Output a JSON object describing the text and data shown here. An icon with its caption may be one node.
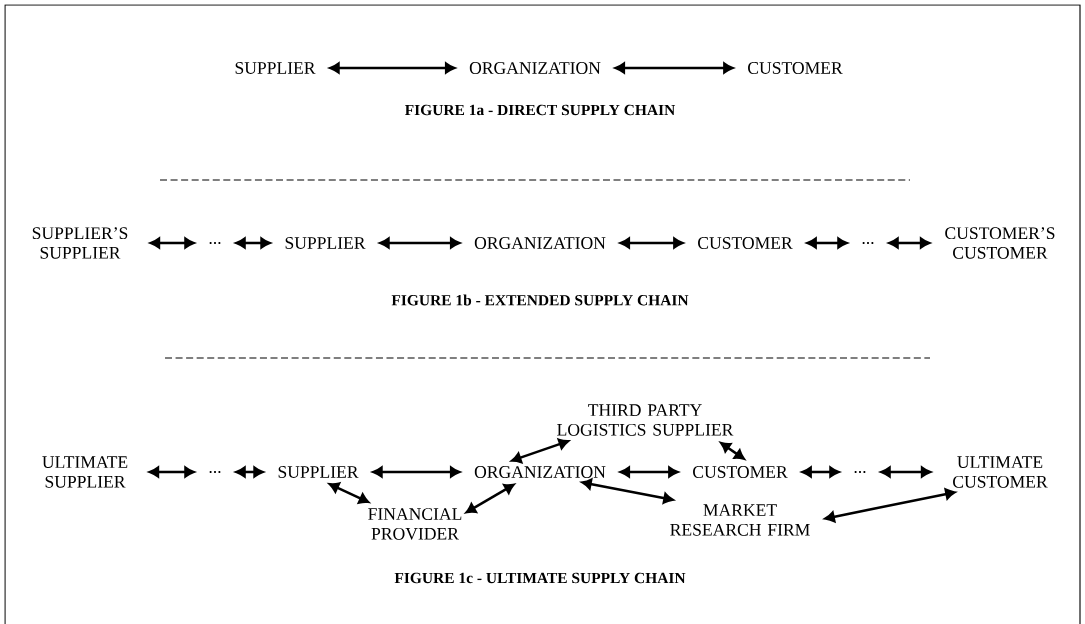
{
  "diagram": {
    "nodes": [
      {
        "text": [
          "SUPPLIER"
        ]
      },
      {
        "text": [
          "ORGANIZATION"
        ]
      },
      {
        "text": [
          "CUSTOMER"
        ]
      },
      {
        "text": [
          "SUPPLIER’S SUPPLIER"
        ]
      },
      {
        "text": [
          "..."
        ]
      },
      {
        "text": [
          "SUPPLIER"
        ]
      },
      {
        "text": [
          "ORGANIZATION"
        ]
      },
      {
        "text": [
          "CUSTOMER"
        ]
      },
      {
        "text": [
          "..."
        ]
      },
      {
        "text": [
          "CUSTOMER’S CUSTOMER"
        ]
      },
      {
        "text": [
          "THIRD PARTY LOGISTICS SUPPLIER"
        ]
      },
      {
        "text": [
          "ULTIMATE SUPPLIER"
        ]
      },
      {
        "text": [
          "..."
        ]
      },
      {
        "text": [
          "SUPPLIER"
        ]
      },
      {
        "text": [
          "ORGANIZATION"
        ]
      },
      {
        "text": [
          "CUSTOMER"
        ]
      },
      {
        "text": [
          "..."
        ]
      },
      {
        "text": [
          "ULTIMATE CUSTOMER"
        ]
      },
      {
        "text": [
          "FINANCIAL PROVIDER"
        ]
      },
      {
        "text": [
          "MARKET RESEARCH FIRM"
        ]
      }
    ],
    "edges": [
      {
        "from": 0,
        "to": 1,
        "arrow": "both"
      },
      {
        "from": 1,
        "to": 2,
        "arrow": "both"
      },
      {
        "from": 3,
        "to": 4,
        "arrow": "both"
      },
      {
        "from": 4,
        "to": 5,
        "arrow": "both"
      },
      {
        "from": 5,
        "to": 6,
        "arrow": "both"
      },
      {
        "from": 6,
        "to": 7,
        "arrow": "both"
      },
      {
        "from": 7,
        "to": 8,
        "arrow": "both"
      },
      {
        "from": 8,
        "to": 9,
        "arrow": "both"
      },
      {
        "from": 11,
        "to": 12,
        "arrow": "both"
      },
      {
        "from": 12,
        "to": 13,
        "arrow": "both"
      },
      {
        "from": 13,
        "to": 14,
        "arrow": "both"
      },
      {
        "from": 14,
        "to": 15,
        "arrow": "both"
      },
      {
        "from": 15,
        "to": 16,
        "arrow": "both"
      },
      {
        "from": 16,
        "to": 17,
        "arrow": "both"
      },
      {
        "from": 14,
        "to": 10,
        "arrow": "both"
      },
      {
        "from": 10,
        "to": 15,
        "arrow": "both"
      },
      {
        "from": 13,
        "to": 18,
        "arrow": "both"
      },
      {
        "from": 18,
        "to": 14,
        "arrow": "both"
      },
      {
        "from": 14,
        "to": 19,
        "arrow": "both"
      },
      {
        "from": 19,
        "to": 17,
        "arrow": "both"
      }
    ],
    "labels": [
      "FIGURE 1a - DIRECT SUPPLY CHAIN",
      "FIGURE 1b - EXTENDED SUPPLY CHAIN",
      "FIGURE 1c - ULTIMATE SUPPLY CHAIN"
    ]
  }
}
